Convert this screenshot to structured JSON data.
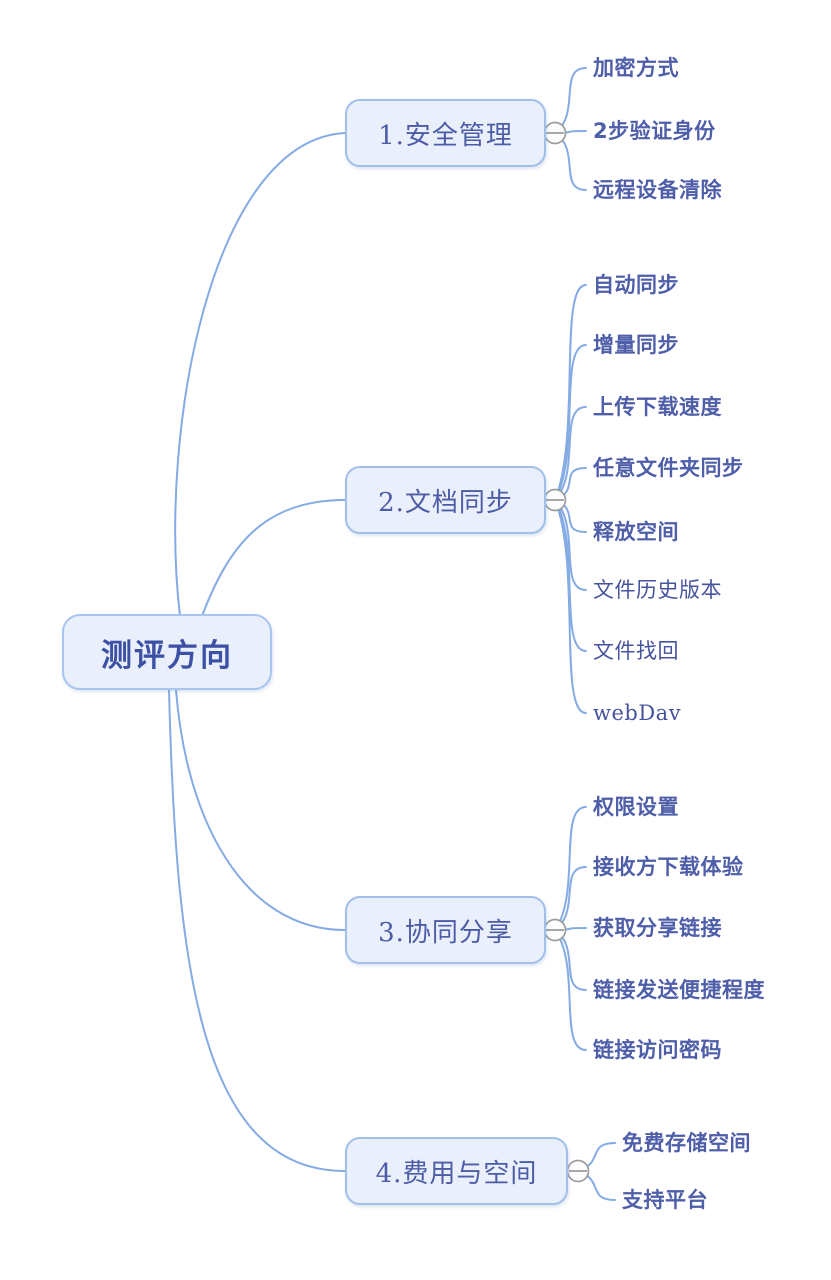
{
  "root": {
    "label": "测评方向"
  },
  "branches": [
    {
      "label": "1.安全管理",
      "children": [
        "加密方式",
        "2步验证身份",
        "远程设备清除"
      ]
    },
    {
      "label": "2.文档同步",
      "children": [
        "自动同步",
        "增量同步",
        "上传下载速度",
        "任意文件夹同步",
        "释放空间",
        "文件历史版本",
        "文件找回",
        "webDav"
      ]
    },
    {
      "label": "3.协同分享",
      "children": [
        "权限设置",
        "接收方下载体验",
        "获取分享链接",
        "链接发送便捷程度",
        "链接访问密码"
      ]
    },
    {
      "label": "4.费用与空间",
      "children": [
        "免费存储空间",
        "支持平台"
      ]
    }
  ],
  "icons": {
    "branch_toggle": "minus-circle-icon"
  },
  "colors": {
    "node_fill": "#e9effb",
    "node_border": "#a2bfea",
    "edge": "#84abe3",
    "root_text": "#3c50a4",
    "branch_text": "#4d5ca6",
    "leaf_text": "#4e5ea9",
    "toggle_fill": "#fdfdfd",
    "toggle_stroke": "#9c9c9c"
  }
}
